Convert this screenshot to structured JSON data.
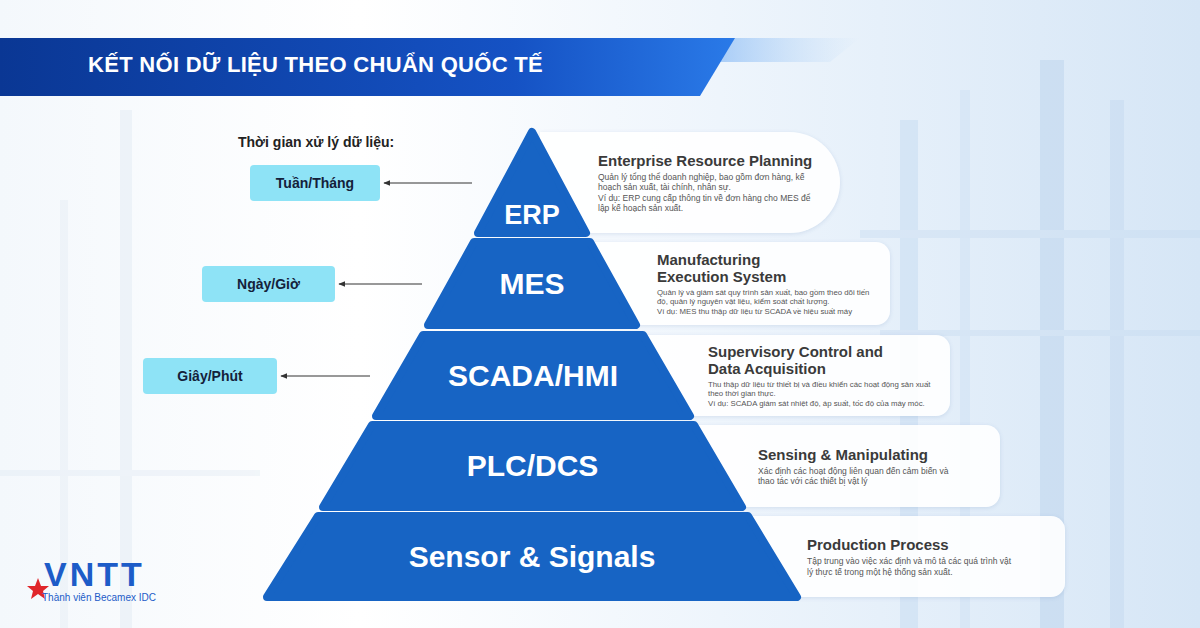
{
  "diagram": {
    "title": "KẾT NỐI DỮ LIỆU THEO CHUẨN QUỐC TẾ",
    "nodes": [
      {
        "text": [
          "Tuần/Tháng"
        ]
      },
      {
        "text": [
          "ERP"
        ]
      },
      {
        "text": [
          "Enterprise Resource Planning",
          "Quản lý tổng thể doanh nghiệp, bao gồm đơn hàng, kế hoạch sản xuất, tài chính, nhân sự.",
          "Ví dụ: ERP cung cấp thông tin về đơn hàng cho MES để lập kế hoạch sản xuất."
        ]
      },
      {
        "text": [
          "Ngày/Giờ"
        ]
      },
      {
        "text": [
          "MES"
        ]
      },
      {
        "text": [
          "Manufacturing Execution System",
          "Quản lý và giám sát quy trình sản xuất, bao gồm theo dõi tiến độ, quản lý nguyên vật liệu, kiểm soát chất lượng.",
          "Ví dụ: MES thu thập dữ liệu từ SCADA về hiệu suất máy"
        ]
      },
      {
        "text": [
          "Giây/Phút"
        ]
      },
      {
        "text": [
          "SCADA/HMI"
        ]
      },
      {
        "text": [
          "Supervisory Control and Data Acquisition",
          "Thu thập dữ liệu từ thiết bị và điều khiển các hoạt động sản xuất theo thời gian thực.",
          "Ví dụ: SCADA giám sát nhiệt độ, áp suất, tốc độ của máy móc."
        ]
      },
      {
        "text": [
          "PLC/DCS"
        ]
      },
      {
        "text": [
          "Sensing & Manipulating",
          "Xác định các hoạt động liên quan đến cảm biến và thao tác với các thiết bị vật lý"
        ]
      },
      {
        "text": [
          "Sensor & Signals"
        ]
      },
      {
        "text": [
          "Production Process",
          "Tập trung vào việc xác định và mô tả các quá trình vật lý thực tế trong một hệ thống sản xuất."
        ]
      }
    ],
    "edges": [
      {
        "from": 1,
        "to": 0,
        "arrow": "to"
      },
      {
        "from": 4,
        "to": 3,
        "arrow": "to"
      },
      {
        "from": 7,
        "to": 6,
        "arrow": "to"
      }
    ],
    "labels": [
      "Thời gian xử lý dữ liệu:",
      "VNTT",
      "Thành viên Becamex IDC"
    ]
  }
}
